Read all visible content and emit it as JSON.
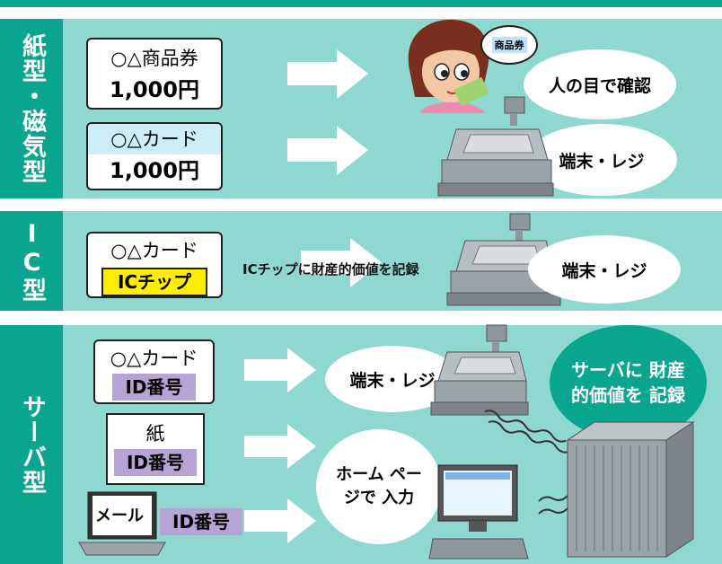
{
  "sections": [
    {
      "label": "紙型・磁気型",
      "items": [
        {
          "title": "○△商品券",
          "amount": "1,000円"
        },
        {
          "title": "○△カード",
          "amount": "1,000円"
        }
      ],
      "targets": [
        "人の目で確認",
        "端末・レジ"
      ],
      "voucher_tag": "商品券"
    },
    {
      "label": "IC型",
      "items": [
        {
          "title": "○△カード",
          "chip": "ICチップ"
        }
      ],
      "note": "ICチップに財産的価値を記録",
      "targets": [
        "端末・レジ"
      ]
    },
    {
      "label": "サーバ型",
      "items": [
        {
          "title": "○△カード",
          "id": "ID番号"
        },
        {
          "title": "紙",
          "id": "ID番号"
        },
        {
          "title": "メール",
          "id": "ID番号"
        }
      ],
      "targets": [
        "端末・レジ",
        "ホーム ページで 入力"
      ],
      "server_note": "サーバに 財産的価値を 記録"
    }
  ],
  "colors": {
    "accent": "#0aa58e",
    "panel": "#8fd8cf",
    "chip": "#ffee00",
    "id_badge": "#b7a4d6",
    "card_header": "#cdeef6"
  }
}
